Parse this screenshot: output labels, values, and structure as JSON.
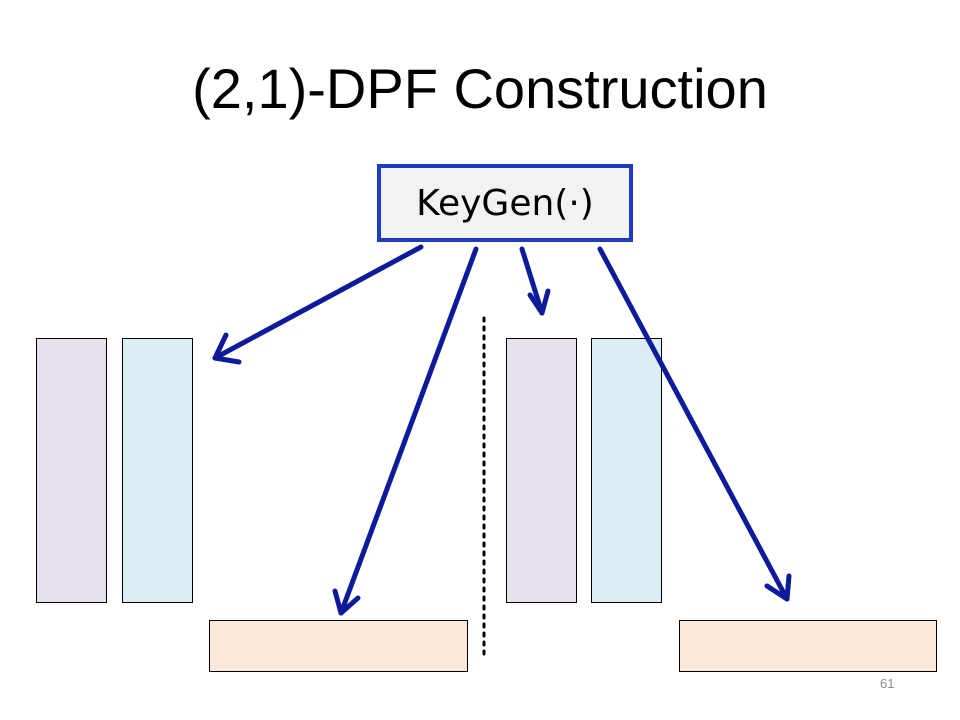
{
  "slide": {
    "title": "(2,1)-DPF Construction",
    "keygen_label": "KeyGen(·)",
    "page_number": "61"
  },
  "colors": {
    "arrow": "#0d1a99",
    "key_block_purple": "#e5e0ec",
    "key_block_blue": "#dbeef3",
    "output_block_peach": "#fde9d9",
    "keygen_border": "#1f3bbf",
    "keygen_fill": "#f2f2f2"
  }
}
